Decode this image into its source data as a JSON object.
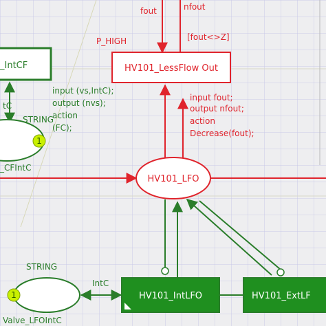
{
  "colors": {
    "red": "#e0242c",
    "green": "#2a7d2a",
    "green_fill": "#1f8f1f",
    "grid": "#c9c9e8",
    "background": "#eeeef0"
  },
  "transitions": {
    "less_flow_out": "HV101_LessFlow Out",
    "int_cf": "_IntCF",
    "int_lfo": "HV101_IntLFO",
    "ext_lf": "HV101_ExtLF"
  },
  "places": {
    "lfo": "HV101_LFO",
    "cf_int_c_name": "_CFIntC",
    "cf_int_c_type": "STRING",
    "cf_int_c_tokens": "1",
    "valve_name": "Valve_LFOIntC",
    "valve_type": "STRING",
    "valve_tokens": "1"
  },
  "labels": {
    "fout": "fout",
    "nfout": "nfout",
    "p_high": "P_HIGH",
    "guard": "[fout<>Z]",
    "inscription_red": [
      "input fout;",
      "output nfout;",
      "action",
      "Decrease(fout);"
    ],
    "inscription_green": [
      "input (vs,IntC);",
      "output (nvs);",
      "action",
      "(FC);"
    ],
    "int_c": "IntC",
    "tc": "tC"
  }
}
